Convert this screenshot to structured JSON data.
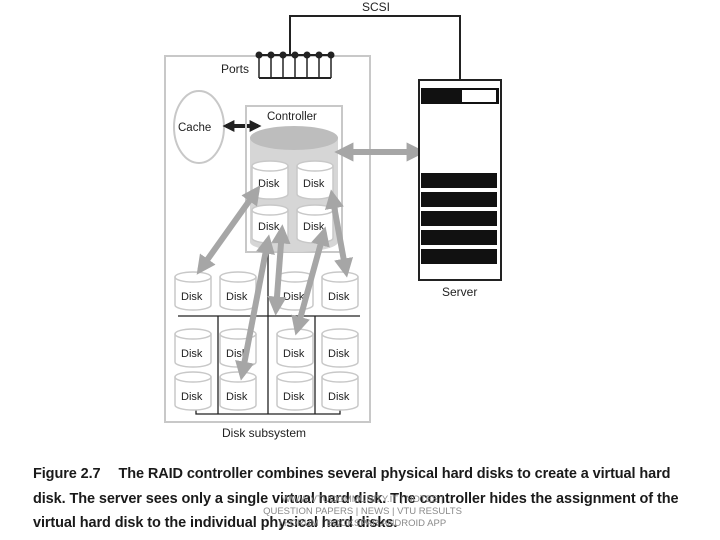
{
  "diagram": {
    "scsi_label": "SCSI",
    "ports_label": "Ports",
    "cache_label": "Cache",
    "controller_label": "Controller",
    "server_label": "Server",
    "disk_label": "Disk",
    "subsystem_label": "Disk subsystem"
  },
  "caption": {
    "figure_label": "Figure 2.7",
    "text": "The RAID controller combines several physical hard disks to create a virtual hard disk. The server sees only a single virtual hard disk. The controller hides the assignment of the virtual hard disk to the individual physical hard disks."
  },
  "watermark": {
    "line1": "WWW.VTUCOMMUNITY.IT | NOTES |",
    "line2": "QUESTION PAPERS | NEWS | VTU RESULTS",
    "line3": "| FORUM | BOOKSPAR ANDROID APP"
  },
  "colors": {
    "arrow": "#a6a6a6",
    "cylinder_top": "#bdbdbd",
    "line": "#222222",
    "server_bar": "#111111"
  }
}
